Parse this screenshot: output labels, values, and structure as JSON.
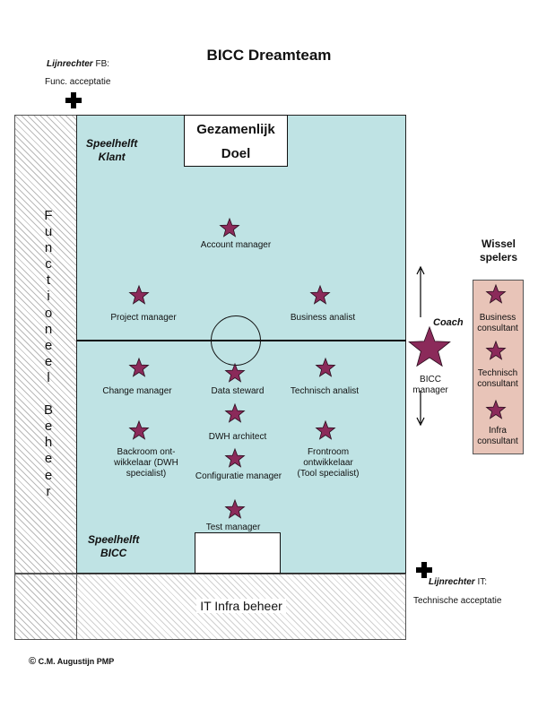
{
  "title": "BICC Dreamteam",
  "linesman_fb": {
    "name": "Lijnrechter",
    "suffix": " FB:",
    "role": "Func. acceptatie"
  },
  "linesman_it": {
    "name": "Lijnrechter",
    "suffix": " IT:",
    "role": "Technische acceptatie"
  },
  "goal_top": {
    "line1": "Gezamenlijk",
    "line2": "Doel"
  },
  "half_client": {
    "line1": "Speelhelft",
    "line2": "Klant"
  },
  "half_bicc": {
    "line1": "Speelhelft",
    "line2": "BICC"
  },
  "side_label": [
    "F",
    "u",
    "n",
    "c",
    "t",
    "i",
    "o",
    "n",
    "e",
    "e",
    "l",
    "",
    "B",
    "e",
    "h",
    "e",
    "e",
    "r"
  ],
  "bottom_label": "IT Infra beheer",
  "players": {
    "account_manager": "Account manager",
    "project_manager": "Project manager",
    "business_analist": "Business analist",
    "change_manager": "Change manager",
    "data_steward": "Data steward",
    "technisch_analist": "Technisch analist",
    "dwh_architect": "DWH architect",
    "backroom_1": "Backroom ont-",
    "backroom_2": "wikkelaar (DWH",
    "backroom_3": "specialist)",
    "configuratie_manager": "Configuratie manager",
    "frontroom_1": "Frontroom",
    "frontroom_2": "ontwikkelaar",
    "frontroom_3": "(Tool specialist)",
    "test_manager": "Test manager"
  },
  "coach": {
    "title": "Coach",
    "line1": "BICC",
    "line2": "manager"
  },
  "subs": {
    "title1": "Wissel",
    "title2": "spelers",
    "business_1": "Business",
    "business_2": "consultant",
    "technisch_1": "Technisch",
    "technisch_2": "consultant",
    "infra_1": "Infra",
    "infra_2": "consultant"
  },
  "copyright": {
    "symbol": "©",
    "text": " C.M. Augustijn PMP"
  },
  "colors": {
    "field": "#bfe3e4",
    "star": "#8b2a5a",
    "subs_panel": "#e8c4b8"
  },
  "icons": {
    "player": "star-icon",
    "linesman": "flag-cross-icon",
    "arrows": "double-arrow-icon"
  }
}
